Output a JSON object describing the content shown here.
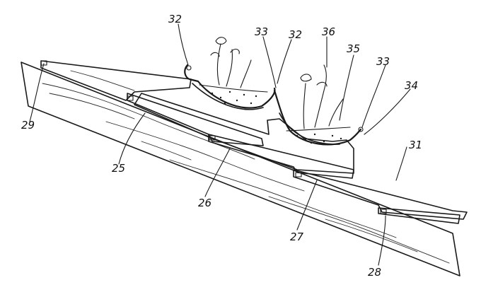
{
  "figure": {
    "labels": [
      {
        "id": "label-29",
        "text": "29"
      },
      {
        "id": "label-25",
        "text": "25"
      },
      {
        "id": "label-26",
        "text": "26"
      },
      {
        "id": "label-27",
        "text": "27"
      },
      {
        "id": "label-28",
        "text": "28"
      },
      {
        "id": "label-31",
        "text": "31"
      },
      {
        "id": "label-32a",
        "text": "32"
      },
      {
        "id": "label-32b",
        "text": "32"
      },
      {
        "id": "label-33a",
        "text": "33"
      },
      {
        "id": "label-33b",
        "text": "33"
      },
      {
        "id": "label-34",
        "text": "34"
      },
      {
        "id": "label-35",
        "text": "35"
      },
      {
        "id": "label-36",
        "text": "36"
      }
    ]
  },
  "colors": {
    "ink": "#1a1a1a",
    "background": "#ffffff"
  }
}
